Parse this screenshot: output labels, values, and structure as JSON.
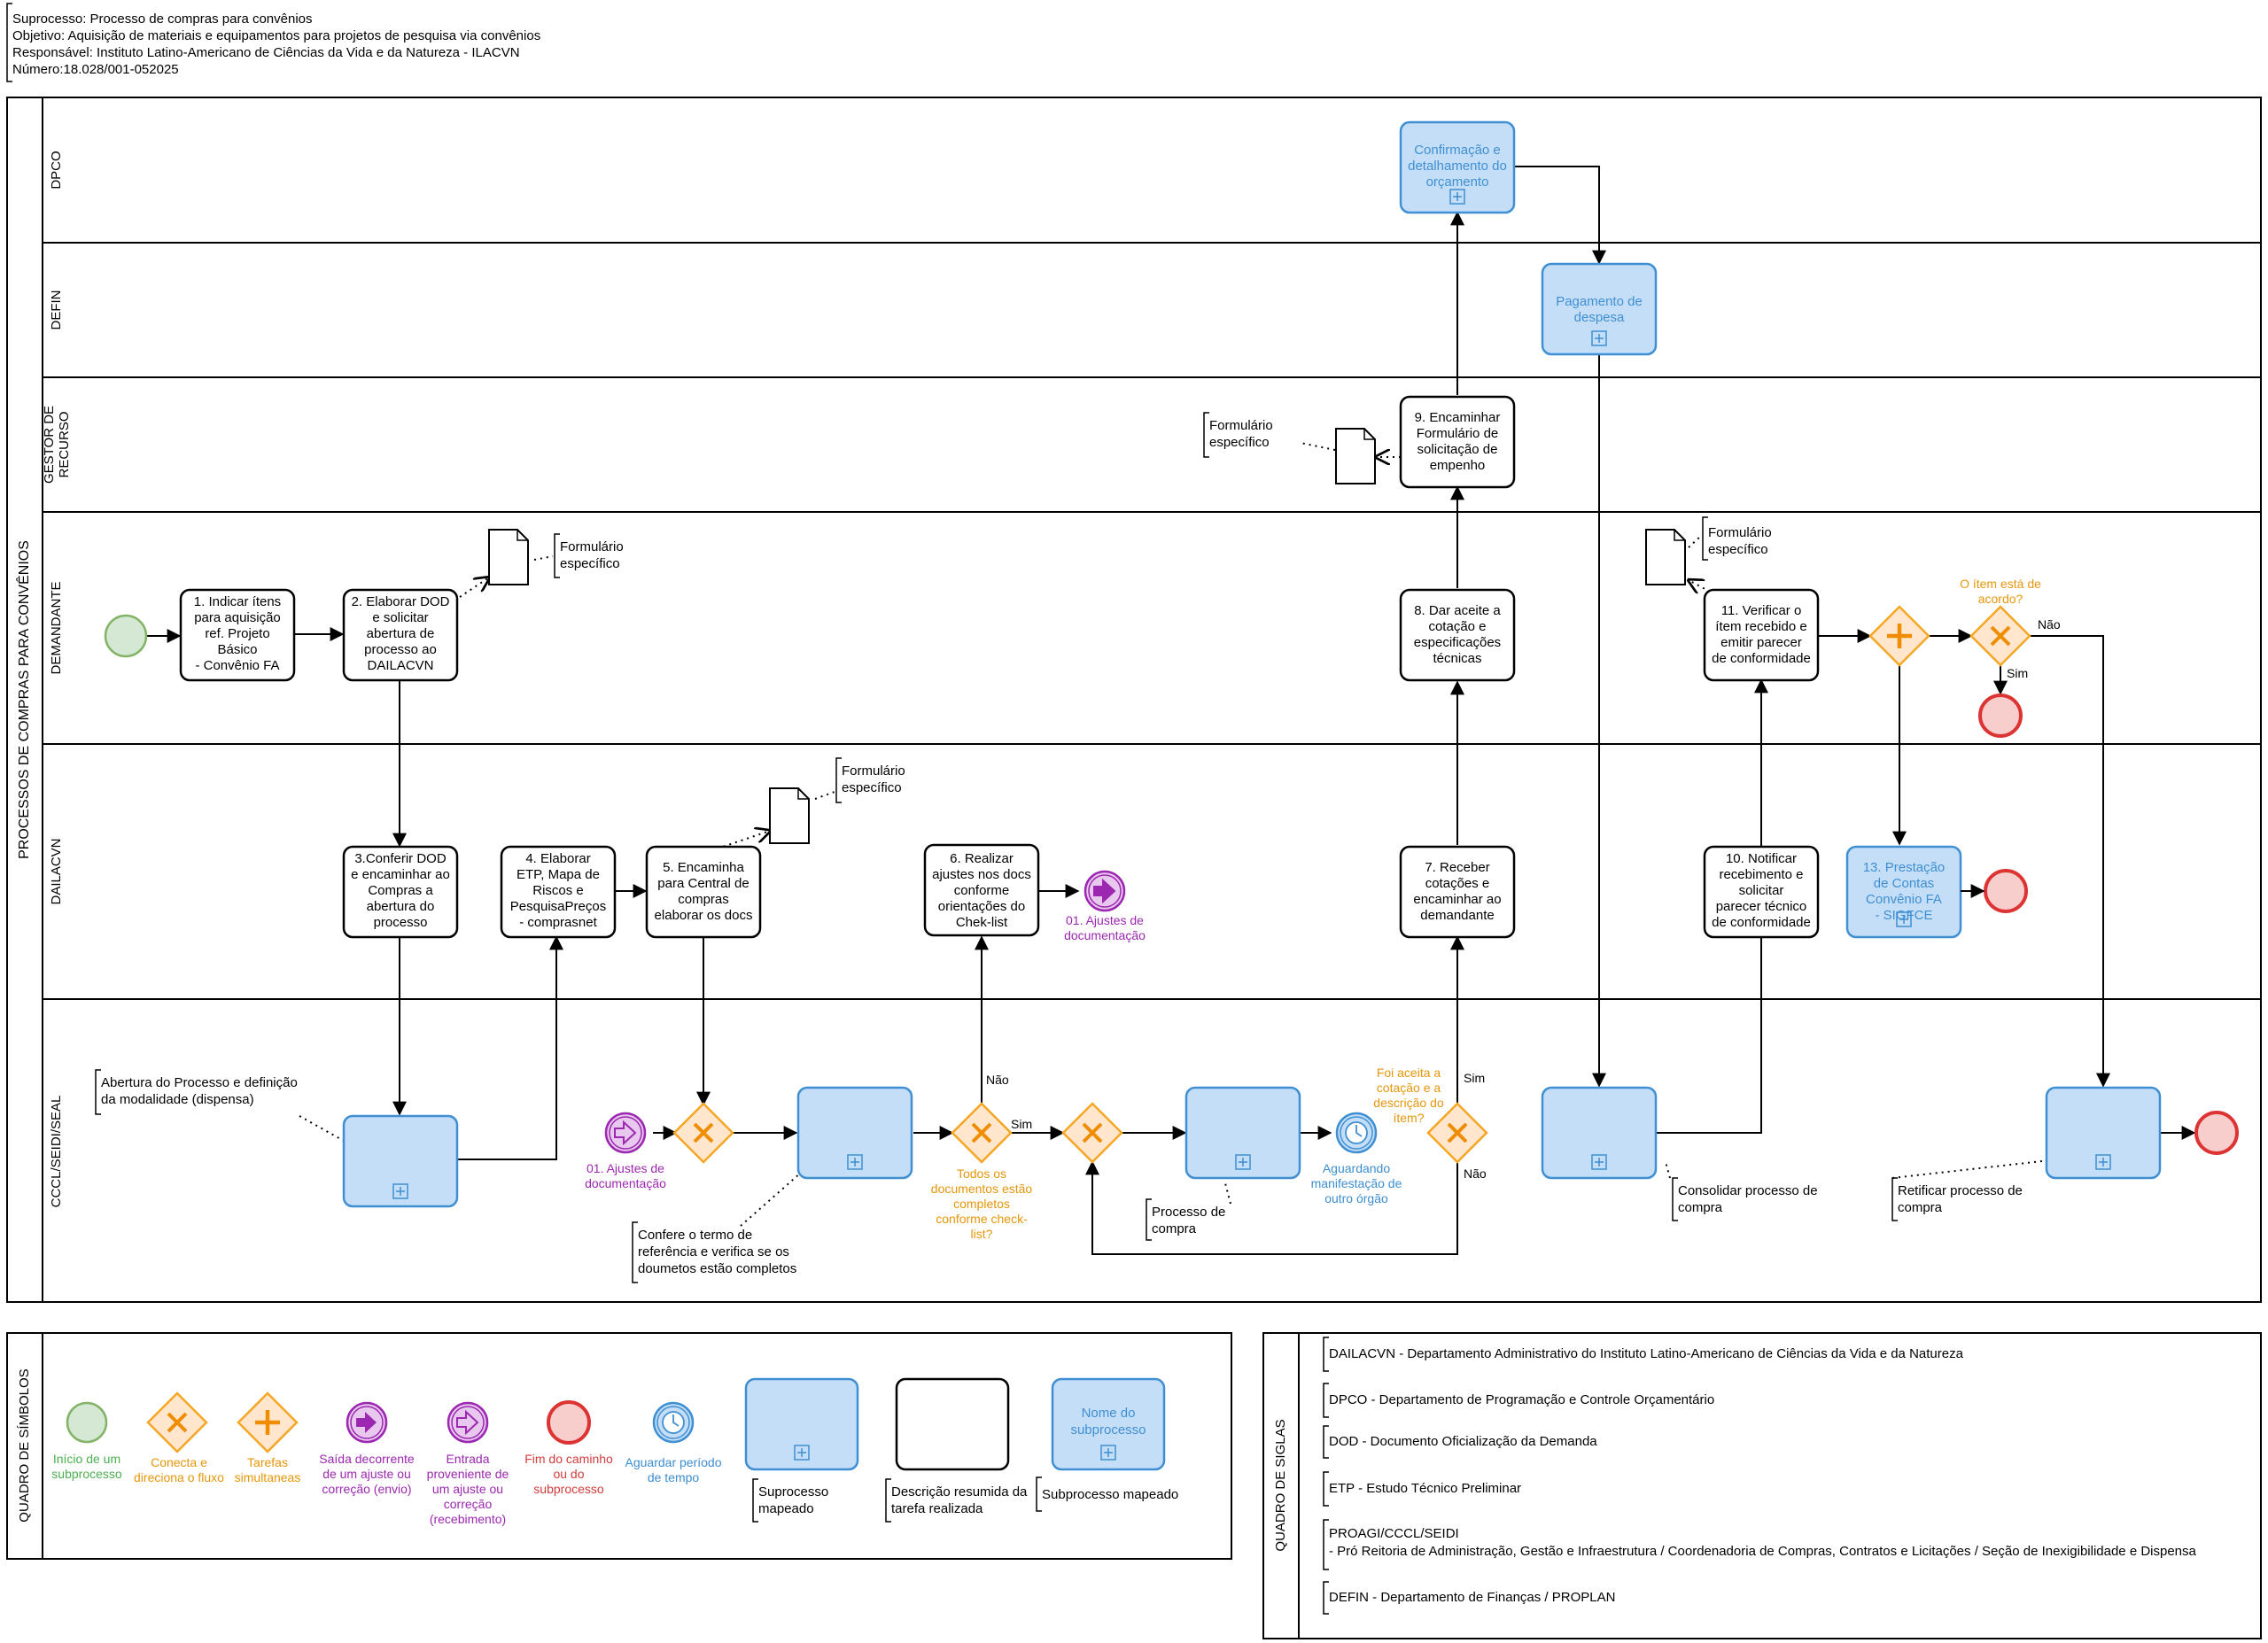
{
  "header": {
    "lines": [
      "Suprocesso: Processo de compras para convênios",
      "Objetivo: Aquisição de materiais e equipamentos para projetos de pesquisa via convênios",
      "Responsável: Instituto Latino-Americano de Ciências da Vida e da Natureza - ILACVN",
      "Número:18.028/001-052025"
    ]
  },
  "pool": {
    "title": "PROCESSOS DE COMPRAS PARA CONVÊNIOS",
    "lanes": [
      "DPCO",
      "DEFIN",
      "GESTOR DE RECURSO",
      "DEMANDANTE",
      "DAILACVN",
      "CCCL/SEIDI/SEAL"
    ]
  },
  "tasks": {
    "t1": "1. Indicar ítens para aquisição ref. Projeto Básico - Convênio FA",
    "t2": "2. Elaborar DOD e solicitar abertura de processo ao DAILACVN",
    "t3": "3.Conferir DOD e encaminhar ao Compras a abertura do processo",
    "t4": "4. Elaborar ETP, Mapa de Riscos e PesquisaPreços - comprasnet",
    "t5": "5. Encaminha para Central de compras elaborar os docs",
    "t6": "6. Realizar ajustes nos docs conforme orientações do Chek-list",
    "t7": "7. Receber cotações e encaminhar ao demandante",
    "t8": "8. Dar aceite a cotação e especificações técnicas",
    "t9": "9. Encaminhar Formulário de solicitação de empenho",
    "t10": "10. Notificar recebimento e solicitar parecer técnico de conformidade",
    "t11": "11. Verificar o ítem recebido e emitir parecer de conformidade"
  },
  "subprocesses": {
    "confirm": "Confirmação e detalhamento do orçamento",
    "pagamento": "Pagamento de despesa",
    "prestacao": "13. Prestação de Contas Convênio FA - SIGFCE"
  },
  "labels": {
    "form1": "Formulário específico",
    "form2": "Formulário específico",
    "form3": "Formulário específico",
    "form4": "Formulário específico",
    "abertura": "Abertura do Processo e definição da modalidade (dispensa)",
    "ajustes_in": "01. Ajustes de documentação",
    "ajustes_out": "01. Ajustes de documentação",
    "confere": "Confere o termo de referência e verifica se os doumetos estão completos",
    "gw_todos": "Todos os documentos estão completos conforme check-list?",
    "nao1": "Não",
    "sim1": "Sim",
    "processo_compra": "Processo de compra",
    "aguardando": "Aguardando manifestação de outro órgão",
    "gw_foi": "Foi aceita a cotação e a descrição do ítem?",
    "sim2": "Sim",
    "nao2": "Não",
    "consolidar": "Consolidar processo de compra",
    "retificar": "Retificar processo de compra",
    "gw_item": "O ítem está de acordo?",
    "nao3": "Não",
    "sim3": "Sim"
  },
  "legend": {
    "title": "QUADRO DE SÍMBOLOS",
    "inicio": "Início de um subprocesso",
    "conecta": "Conecta e direciona o fluxo",
    "tarefas": "Tarefas simultaneas",
    "saida": "Saída decorrente de um ajuste ou correção (envio)",
    "entrada": "Entrada proveniente de um ajuste ou correção (recebimento)",
    "fim": "Fim do caminho ou do subprocesso",
    "aguardar": "Aguardar período de tempo",
    "suprocesso": "Suprocesso mapeado",
    "descricao": "Descrição resumida da tarefa realizada",
    "nome_sub": "Nome do subprocesso",
    "sub_mapeado": "Subprocesso mapeado"
  },
  "siglas": {
    "title": "QUADRO DE SIGLAS",
    "items": [
      "DAILACVN - Departamento Administrativo do Instituto Latino-Americano de Ciências da Vida e da Natureza",
      "DPCO - Departamento de Programação e Controle Orçamentário",
      "DOD - Documento Oficialização da Demanda",
      "ETP - Estudo Técnico Preliminar",
      "PROAGI/CCCL/SEIDI",
      "- Pró Reitoria de Administração, Gestão e Infraestrutura / Coordenadoria de Compras, Contratos e Licitações / Seção de Inexigibilidade e Dispensa",
      "DEFIN - Departamento de Finanças / PROPLAN"
    ]
  },
  "colors": {
    "start": "#d5e8d4",
    "start_stroke": "#82b366",
    "gateway": "#ffe6cc",
    "gateway_stroke": "#f5a623",
    "gateway_mark": "#f08c00",
    "end": "#f8cecc",
    "end_stroke": "#dd3333",
    "sub": "#c4def7",
    "sub_stroke": "#3f8fd2",
    "sub_text": "#3f8fd2",
    "purple": "#9c27b0",
    "purple_light": "#e9c8ef",
    "orange_text": "#e6960a",
    "green_text": "#4caf50",
    "red_text": "#d23c3c",
    "blue_text": "#3d8ed0"
  }
}
